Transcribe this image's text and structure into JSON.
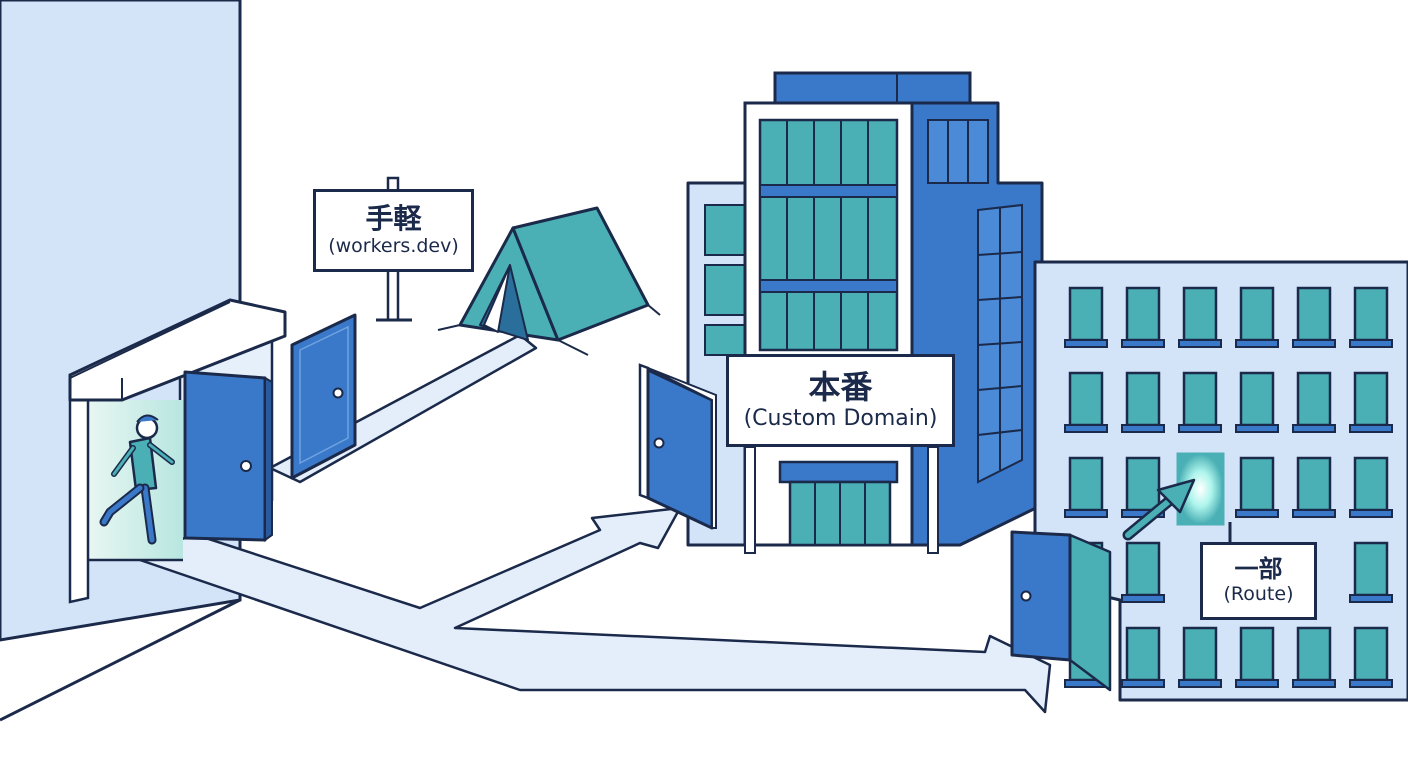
{
  "signs": {
    "workers_dev": {
      "main": "手軽",
      "sub": "(workers.dev)"
    },
    "custom_domain": {
      "main": "本番",
      "sub": "(Custom Domain)"
    },
    "route": {
      "main": "一部",
      "sub": "(Route)"
    }
  },
  "colors": {
    "outline": "#1b2a4a",
    "primary_blue": "#3a78c9",
    "light_blue": "#d4e4f8",
    "teal": "#4bb0b5",
    "path": "#e4eefb",
    "highlight": "#7ff0e0"
  },
  "icons": [
    "running-person-icon",
    "door-icon",
    "tent-icon",
    "office-tower-icon",
    "apartment-building-icon",
    "arrow-icon"
  ]
}
